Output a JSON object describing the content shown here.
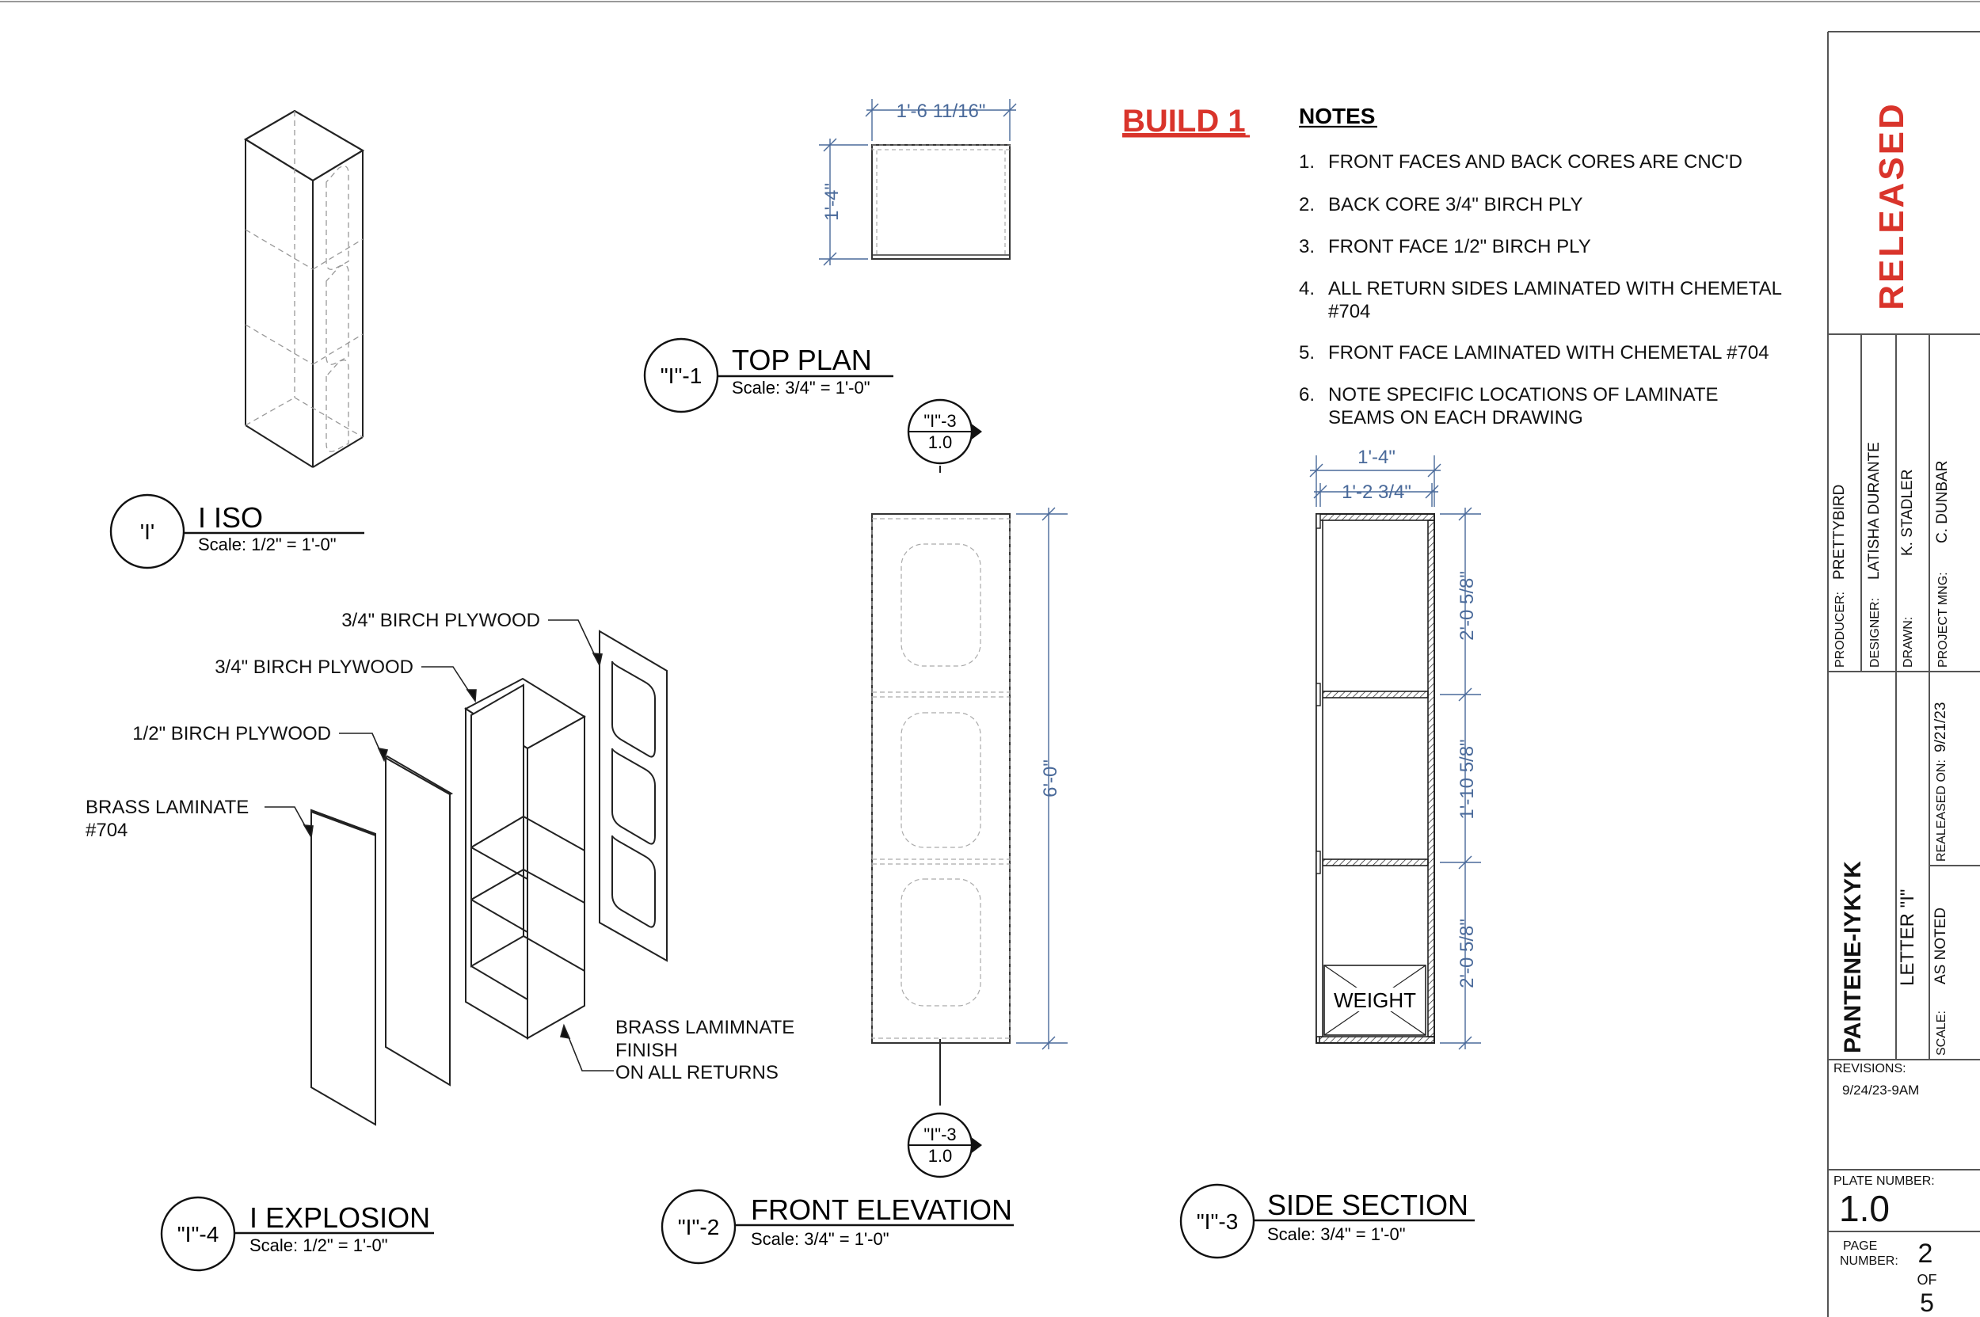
{
  "build_label": "BUILD 1",
  "notes": {
    "title": "NOTES",
    "items": [
      {
        "num": "1.",
        "lines": [
          "FRONT FACES AND BACK CORES ARE CNC'D"
        ]
      },
      {
        "num": "2.",
        "lines": [
          "BACK CORE 3/4\" BIRCH PLY"
        ]
      },
      {
        "num": "3.",
        "lines": [
          "FRONT FACE 1/2\"  BIRCH PLY"
        ]
      },
      {
        "num": "4.",
        "lines": [
          "ALL RETURN SIDES LAMINATED WITH CHEMETAL",
          "#704"
        ]
      },
      {
        "num": "5.",
        "lines": [
          "FRONT FACE LAMINATED WITH CHEMETAL #704"
        ]
      },
      {
        "num": "6.",
        "lines": [
          "NOTE SPECIFIC LOCATIONS OF LAMINATE",
          "SEAMS ON EACH DRAWING"
        ]
      }
    ]
  },
  "views": {
    "iso": {
      "tag": "'I'",
      "title": "I ISO",
      "scale": "Scale: 1/2\" = 1'-0\""
    },
    "top_plan": {
      "tag": "\"I\"-1",
      "title": "TOP PLAN",
      "scale": "Scale: 3/4\" = 1'-0\""
    },
    "front_elevation": {
      "tag": "\"I\"-2",
      "title": "FRONT ELEVATION",
      "scale": "Scale: 3/4\" = 1'-0\""
    },
    "side_section": {
      "tag": "\"I\"-3",
      "title": "SIDE SECTION",
      "scale": "Scale: 3/4\" = 1'-0\""
    },
    "explosion": {
      "tag": "\"I\"-4",
      "title": "I EXPLOSION",
      "scale": "Scale: 1/2\" = 1'-0\""
    }
  },
  "section_markers": {
    "ref": "\"I\"-3",
    "sheet": "1.0"
  },
  "dimensions": {
    "top_width": "1'-6 11/16\"",
    "top_depth": "1'-4\"",
    "front_height": "6'-0\"",
    "side_outer": "1'-4\"",
    "side_inner": "1'-2 3/4\"",
    "side_top": "2'-0 5/8\"",
    "side_mid": "1'-10 5/8\"",
    "side_bottom": "2'-0 5/8\""
  },
  "weight_label": "WEIGHT",
  "explosion_labels": {
    "birch_34_a": "3/4\" BIRCH PLYWOOD",
    "birch_34_b": "3/4\" BIRCH PLYWOOD",
    "birch_12": "1/2\" BIRCH PLYWOOD",
    "brass_laminate": [
      "BRASS LAMINATE",
      "#704"
    ],
    "brass_finish": [
      "BRASS LAMIMNATE",
      "FINISH",
      "ON ALL RETURNS"
    ]
  },
  "title_block": {
    "status": "RELEASED",
    "producer_label": "PRODUCER:",
    "producer": "PRETTYBIRD",
    "designer_label": "DESIGNER:",
    "designer": "LATISHA DURANTE",
    "drawn_label": "DRAWN:",
    "drawn": "K. STADLER",
    "pm_label": "PROJECT MNG:",
    "pm": "C. DUNBAR",
    "project": "PANTENE-IYKYK",
    "sheet_title": "LETTER \"I\"",
    "released_label": "REALEASED ON:",
    "released": "9/21/23",
    "scale_label": "SCALE:",
    "scale": "AS NOTED",
    "revisions_label": "REVISIONS:",
    "revision": "9/24/23-9AM",
    "plate_label": "PLATE NUMBER:",
    "plate": "1.0",
    "page_label": [
      "PAGE",
      "NUMBER:"
    ],
    "page": "2",
    "of": "OF",
    "total": "5"
  },
  "colors": {
    "dimension": "#4a6a9a",
    "accent_red": "#d9342b",
    "ink": "#111111"
  }
}
